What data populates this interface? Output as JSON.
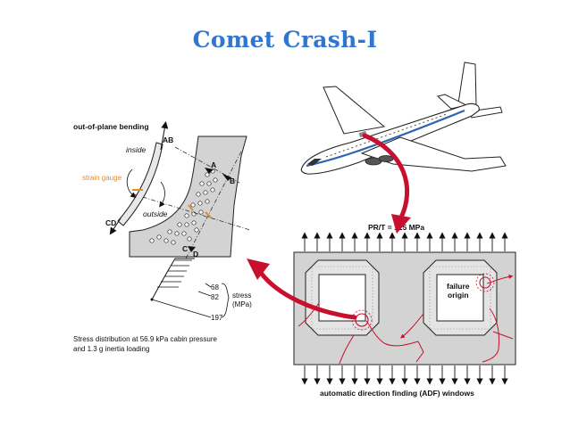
{
  "slide": {
    "title": "Comet Crash-I"
  },
  "left_panel": {
    "bending_title": "out-of-plane bending",
    "label_ab": "AB",
    "label_inside": "inside",
    "label_strain_gauge": "strain gauge",
    "label_outside": "outside",
    "label_cd": "CD",
    "point_a": "A",
    "point_b": "B",
    "point_c": "C",
    "point_d": "D",
    "stress_values": [
      "68",
      "82",
      "197"
    ],
    "stress_unit_line1": "stress",
    "stress_unit_line2": "(MPa)",
    "caption_line1": "Stress distribution at 56.9 kPa cabin pressure",
    "caption_line2": "and 1.3 g inertia loading"
  },
  "right_panel": {
    "load_label": "PR/T = 125 MPa",
    "failure_line1": "failure",
    "failure_line2": "origin",
    "caption": "automatic direction finding (ADF) windows"
  },
  "colors": {
    "title": "#2f76d2",
    "arrow": "#c8102e",
    "panel_gray": "#d3d3d3",
    "strain_gauge": "#e38b2c",
    "fuselage_stripe": "#2d64b4"
  }
}
